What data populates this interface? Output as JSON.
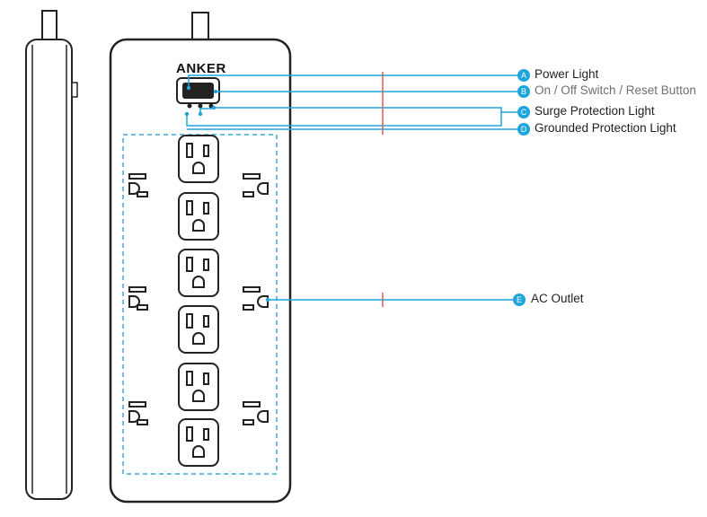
{
  "brand": "ANKER",
  "callouts": [
    {
      "letter": "A",
      "label": "Power Light"
    },
    {
      "letter": "B",
      "label": "On / Off Switch / Reset Button"
    },
    {
      "letter": "C",
      "label": "Surge Protection Light"
    },
    {
      "letter": "D",
      "label": "Grounded Protection Light"
    },
    {
      "letter": "E",
      "label": "AC Outlet"
    }
  ],
  "colors": {
    "callout_line": "#1ea5dc",
    "outline": "#222222",
    "cut_mark": "#e05a5a"
  }
}
